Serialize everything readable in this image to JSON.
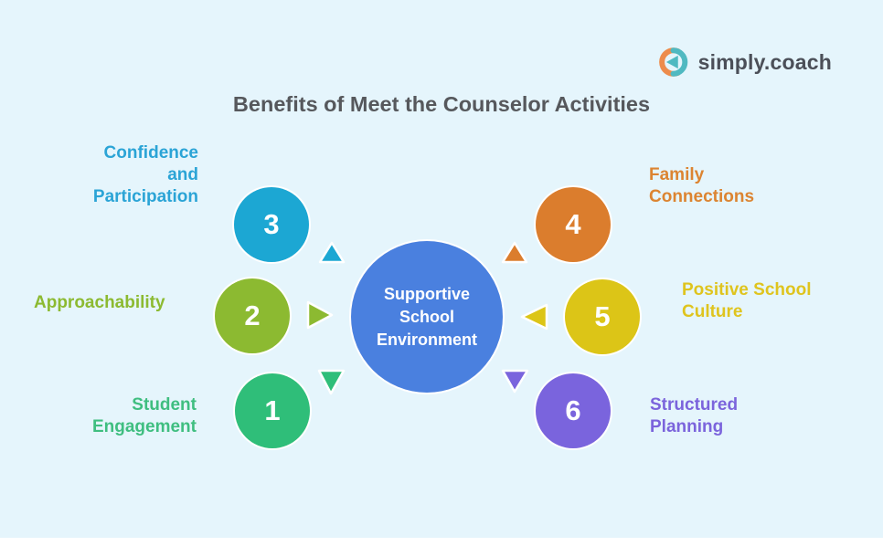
{
  "logo": {
    "text": "simply.coach",
    "icon_orange": "#ED8C4C",
    "icon_teal": "#4FB9C1"
  },
  "title": "Benefits of Meet the Counselor Activities",
  "center": {
    "label": "Supportive\nSchool\nEnvironment",
    "color": "#4A80DF"
  },
  "items": [
    {
      "number": "1",
      "label": "Student\nEngagement",
      "color": "#2FBE79",
      "label_color": "#3FBE80",
      "position": "bottom-left"
    },
    {
      "number": "2",
      "label": "Approachability",
      "color": "#8CBA31",
      "label_color": "#8CBA31",
      "position": "middle-left"
    },
    {
      "number": "3",
      "label": "Confidence\nand\nParticipation",
      "color": "#1CA7D3",
      "label_color": "#2BA4D6",
      "position": "top-left"
    },
    {
      "number": "4",
      "label": "Family\nConnections",
      "color": "#DB7D2D",
      "label_color": "#DC8431",
      "position": "top-right"
    },
    {
      "number": "5",
      "label": "Positive School\nCulture",
      "color": "#DCC517",
      "label_color": "#DFC41E",
      "position": "middle-right"
    },
    {
      "number": "6",
      "label": "Structured\nPlanning",
      "color": "#7A64DD",
      "label_color": "#7B64DC",
      "position": "bottom-right"
    }
  ],
  "colors": {
    "background": "#E5F5FC",
    "title_text": "#56585C",
    "logo_text": "#4B4F58"
  }
}
